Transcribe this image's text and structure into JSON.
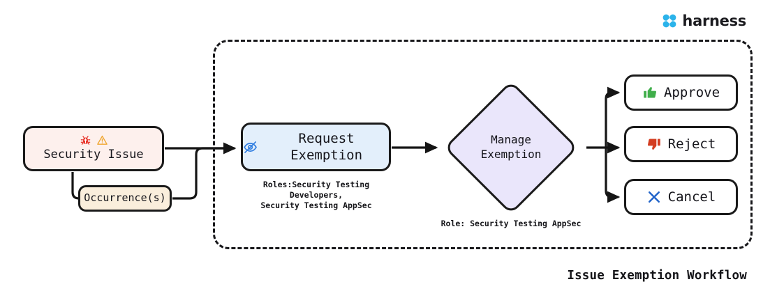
{
  "brand": {
    "name": "harness",
    "logo_icon": "harness-clover-logo-icon",
    "accent_color": "#2bb3ea"
  },
  "diagram": {
    "title": "Issue Exemption Workflow",
    "container_label": "exemption-workflow-group",
    "nodes": [
      {
        "id": "security-issue",
        "label": "Security Issue",
        "icons": [
          "bug-icon",
          "warning-triangle-icon"
        ],
        "fill": "#fdf0ed",
        "shape": "rounded-rect"
      },
      {
        "id": "occurrences",
        "label": "Occurrence(s)",
        "icons": [],
        "fill": "#faeedc",
        "shape": "rounded-rect"
      },
      {
        "id": "request-exemption",
        "label": "Request Exemption",
        "icons": [
          "eye-off-icon"
        ],
        "fill": "#e3effb",
        "shape": "rounded-rect"
      },
      {
        "id": "manage-exemption",
        "label_line1": "Manage",
        "label_line2": "Exemption",
        "icons": [],
        "fill": "#eae6fb",
        "shape": "diamond"
      },
      {
        "id": "approve",
        "label": "Approve",
        "icons": [
          "thumbs-up-icon"
        ],
        "icon_color": "#2eaa42",
        "fill": "#ffffff",
        "shape": "rounded-rect"
      },
      {
        "id": "reject",
        "label": "Reject",
        "icons": [
          "thumbs-down-icon"
        ],
        "icon_color": "#d93b1f",
        "fill": "#ffffff",
        "shape": "rounded-rect"
      },
      {
        "id": "cancel",
        "label": "Cancel",
        "icons": [
          "cross-x-icon"
        ],
        "icon_color": "#1f62c9",
        "fill": "#ffffff",
        "shape": "rounded-rect"
      }
    ],
    "captions": {
      "request_exemption_line1": "Roles:Security Testing Developers,",
      "request_exemption_line2": "Security Testing AppSec",
      "manage_exemption": "Role: Security Testing AppSec"
    },
    "edges": [
      {
        "from": "security-issue",
        "to": "request-exemption"
      },
      {
        "from": "security-issue",
        "to": "occurrences"
      },
      {
        "from": "occurrences",
        "to": "request-exemption"
      },
      {
        "from": "request-exemption",
        "to": "manage-exemption"
      },
      {
        "from": "manage-exemption",
        "to": "approve"
      },
      {
        "from": "manage-exemption",
        "to": "reject"
      },
      {
        "from": "manage-exemption",
        "to": "cancel"
      }
    ]
  }
}
